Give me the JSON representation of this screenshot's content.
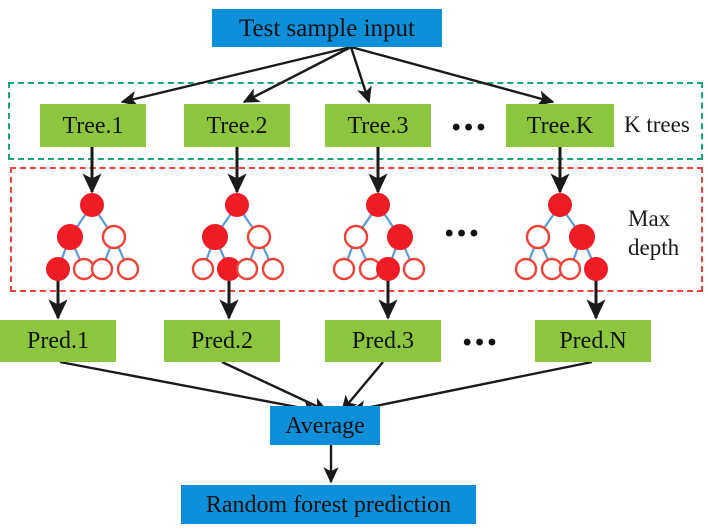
{
  "diagram": {
    "title_node": {
      "label": "Test sample input"
    },
    "tree_row": {
      "boxes": [
        {
          "label": "Tree.1"
        },
        {
          "label": "Tree.2"
        },
        {
          "label": "Tree.3"
        },
        {
          "label": "Tree.K"
        }
      ],
      "ellipsis": "•••",
      "group_label": "K trees",
      "group_border_color": "#17a678"
    },
    "forest_row": {
      "group_label_line1": "Max",
      "group_label_line2": "depth",
      "group_border_color": "#ef4237",
      "ellipsis": "•••",
      "node_fill_color": "#ee1c24",
      "node_edge_color": "#5b9bd5",
      "trees": [
        {
          "name": "tree-1",
          "nodes": {
            "root": "filled",
            "level2": [
              "filled",
              "hollow"
            ],
            "level3": [
              "filled",
              "hollow",
              "hollow",
              "hollow"
            ]
          }
        },
        {
          "name": "tree-2",
          "nodes": {
            "root": "filled",
            "level2": [
              "filled",
              "hollow"
            ],
            "level3": [
              "hollow",
              "filled",
              "hollow",
              "hollow"
            ]
          }
        },
        {
          "name": "tree-3",
          "nodes": {
            "root": "filled",
            "level2": [
              "hollow",
              "filled"
            ],
            "level3": [
              "hollow",
              "hollow",
              "filled",
              "hollow"
            ]
          }
        },
        {
          "name": "tree-k",
          "nodes": {
            "root": "filled",
            "level2": [
              "hollow",
              "filled"
            ],
            "level3": [
              "hollow",
              "hollow",
              "hollow",
              "filled"
            ]
          }
        }
      ]
    },
    "pred_row": {
      "boxes": [
        {
          "label": "Pred.1"
        },
        {
          "label": "Pred.2"
        },
        {
          "label": "Pred.3"
        },
        {
          "label": "Pred.N"
        }
      ],
      "ellipsis": "•••"
    },
    "average_node": {
      "label": "Average"
    },
    "output_node": {
      "label": "Random forest prediction"
    },
    "colors": {
      "blue_box": "#0d8fd9",
      "green_box": "#8cc63f",
      "arrow": "#1a1a1a"
    }
  }
}
